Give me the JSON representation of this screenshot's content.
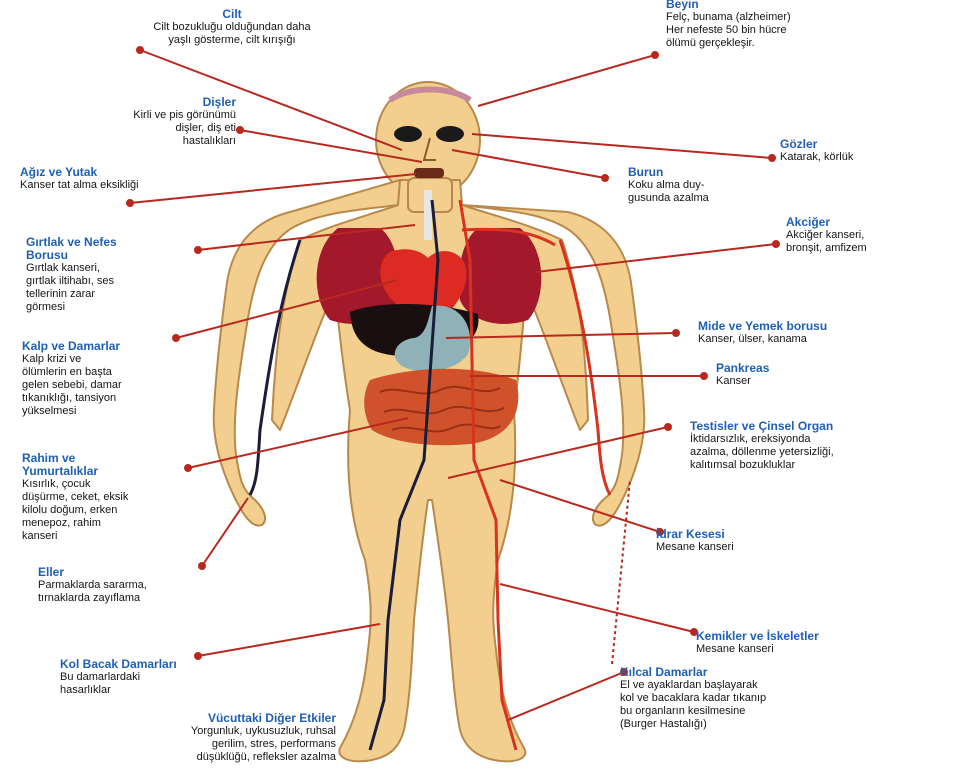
{
  "colors": {
    "skin": "#f2cf8e",
    "skin_outline": "#b8894a",
    "artery": "#d9321f",
    "vein": "#1b1b3a",
    "lung": "#a3182a",
    "heart": "#dd2a22",
    "liver": "#1a0f10",
    "stomach": "#8fb1b8",
    "intestine": "#d0522a",
    "leader_line": "#b8281e",
    "title": "#1f5fb4"
  },
  "labels": {
    "cilt": {
      "title": "Cilt",
      "desc": "Cilt bozukluğu olduğundan daha\nyaşlı gösterme, cilt kırışığı"
    },
    "beyin": {
      "title": "Beyin",
      "desc": "Felç, bunama (alzheimer)\nHer nefeste 50 bin hücre\nölümü gerçekleşir."
    },
    "disler": {
      "title": "Dişler",
      "desc": "Kirli ve pis görünümü\ndişler, diş eti\nhastalıkları"
    },
    "gozler": {
      "title": "Gözler",
      "desc": "Katarak, körlük"
    },
    "agiz": {
      "title": "Ağız ve Yutak",
      "desc": "Kanser tat alma eksikliği"
    },
    "burun": {
      "title": "Burun",
      "desc": "Koku alma duy-\ngusunda azalma"
    },
    "girtlak": {
      "title": "Gırtlak ve Nefes\nBorusu",
      "desc": "Gırtlak kanseri,\ngırtlak iltihabı, ses\ntellerinin zarar\ngörmesi"
    },
    "akciger": {
      "title": "Akciğer",
      "desc": "Akciğer kanseri,\nbronşit, amfizem"
    },
    "kalp": {
      "title": "Kalp ve Damarlar",
      "desc": "Kalp krizi ve\nölümlerin en başta\ngelen sebebi, damar\ntıkanıklığı, tansiyon\nyükselmesi"
    },
    "mide": {
      "title": "Mide ve Yemek borusu",
      "desc": "Kanser, ülser, kanama"
    },
    "pankreas": {
      "title": "Pankreas",
      "desc": "Kanser"
    },
    "testis": {
      "title": "Testisler ve Çinsel Organ",
      "desc": "İktidarsızlık, ereksiyonda\nazalma, döllenme yetersizliği,\nkalıtımsal bozukluklar"
    },
    "rahim": {
      "title": "Rahim ve\nYumurtalıklar",
      "desc": "Kısırlık, çocuk\ndüşürme, ceket, eksik\nkilolu doğum, erken\nmenepoz, rahim\nkanseri"
    },
    "idrar": {
      "title": "İdrar Kesesi",
      "desc": "Mesane kanseri"
    },
    "eller": {
      "title": "Eller",
      "desc": "Parmaklarda sararma,\ntırnaklarda zayıflama"
    },
    "kemik": {
      "title": "Kemikler ve İskeletler",
      "desc": "Mesane kanseri"
    },
    "kol": {
      "title": "Kol Bacak Damarları",
      "desc": "Bu damarlardaki\nhasarlıklar"
    },
    "kilcal": {
      "title": "Kılcal Damarlar",
      "desc": "El ve ayaklardan başlayarak\nkol ve bacaklara kadar tıkanıp\nbu organların kesilmesine\n(Burger Hastalığı)"
    },
    "vucut": {
      "title": "Vücuttaki Diğer Etkiler",
      "desc": "Yorgunluk, uykusuzluk, ruhsal\ngerilim, stres, performans\ndüşüklüğü, refleksler azalma"
    }
  }
}
